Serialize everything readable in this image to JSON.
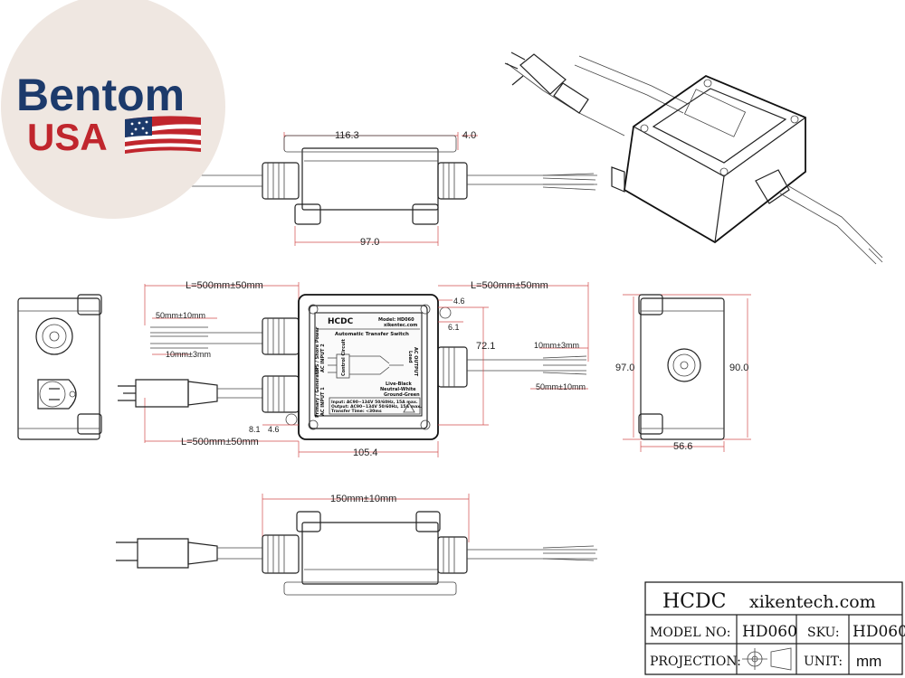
{
  "brand": {
    "name": "Bentom",
    "country": "USA",
    "colors": {
      "navy": "#1c3a6b",
      "red": "#c0262d",
      "badge_bg": "#efe7e1"
    }
  },
  "top_view": {
    "width_dim": "116.3",
    "flange_dim": "4.0",
    "base_dim": "97.0"
  },
  "front_view": {
    "cable_left_top": "L=500mm±50mm",
    "cable_right": "L=500mm±50mm",
    "cable_left_bottom": "L=500mm±50mm",
    "strip_outer_left": "50mm±10mm",
    "strip_inner_left": "10mm±3mm",
    "strip_inner_right": "10mm±3mm",
    "strip_outer_right": "50mm±10mm",
    "hole_dim_a": "4.6",
    "hole_dim_b": "6.1",
    "hole_dim_c": "8.1",
    "hole_dim_d": "4.6",
    "height_dim": "72.1",
    "body_width": "105.4",
    "label": {
      "brand": "HCDC",
      "model": "Model: HD060",
      "website": "xikentec.com",
      "title": "Automatic Transfer Switch",
      "input2": "AC INPUT 2",
      "input2_sub": "UPS / Shore Power",
      "input1": "AC INPUT 1",
      "input1_sub": "Primary / Generator",
      "output": "AC OUTPUT",
      "output_sub": "Load",
      "control": "Control Circuit",
      "wiring": [
        "Live-Black",
        "Neutral-White",
        "Ground-Green"
      ],
      "specs": [
        "Input: AC90~134V 50/60Hz, 15A max.",
        "Output: AC90~134V 50/60Hz, 15A max.",
        "Transfer Time: <30ms"
      ]
    }
  },
  "side_view": {
    "height_outer": "97.0",
    "height_inner": "90.0",
    "depth": "56.6"
  },
  "bottom_view": {
    "length_dim": "150mm±10mm"
  },
  "title_block": {
    "brand": "HCDC",
    "website": "xikentech.com",
    "model_label": "MODEL NO:",
    "model_value": "HD060",
    "sku_label": "SKU:",
    "sku_value": "HD060",
    "projection_label": "PROJECTION:",
    "unit_label": "UNIT:",
    "unit_value": "mm"
  }
}
